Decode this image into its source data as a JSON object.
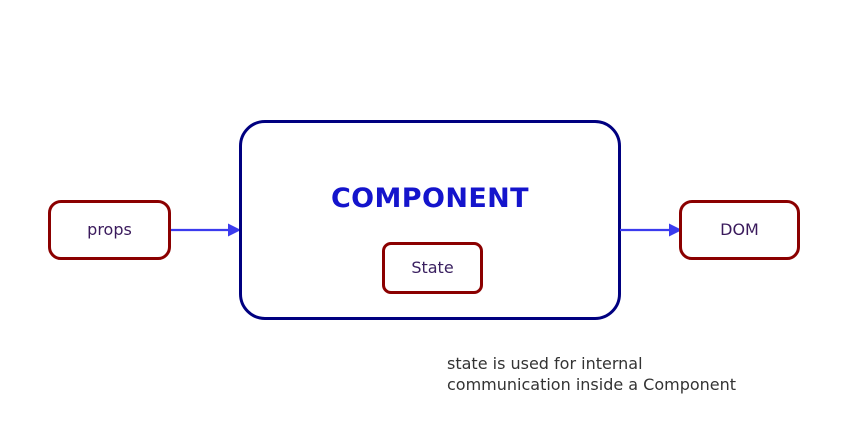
{
  "diagram": {
    "title": "React component data flow diagram",
    "colors": {
      "background": "#ffffff",
      "node_border_red": "#8b0000",
      "component_border_navy": "#000080",
      "component_title_blue": "#1414cc",
      "node_text_purple": "#3a1a5c",
      "arrow_blue": "#3b3bee",
      "caption_gray": "#333333"
    },
    "nodes": {
      "props": {
        "label": "props",
        "shape": "rounded-rectangle"
      },
      "component": {
        "label": "COMPONENT",
        "shape": "rounded-rectangle"
      },
      "state": {
        "label": "State",
        "shape": "rounded-rectangle"
      },
      "dom": {
        "label": "DOM",
        "shape": "rounded-rectangle"
      }
    },
    "edges": [
      {
        "name": "props-to-component",
        "from": "props",
        "to": "component",
        "style": "solid-arrow",
        "direction": "right"
      },
      {
        "name": "component-to-dom",
        "from": "component",
        "to": "dom",
        "style": "solid-arrow",
        "direction": "right"
      }
    ],
    "caption": {
      "line1": "state is used for internal",
      "line2": "communication inside a Component"
    }
  }
}
